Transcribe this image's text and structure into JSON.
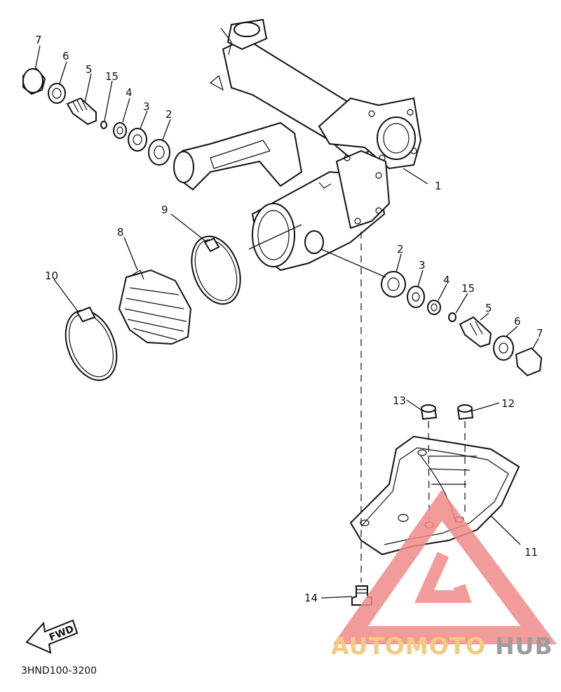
{
  "diagram_code": "3HND100-3200",
  "fwd_label": "FWD",
  "watermark": {
    "part1": "AUTOMOTO",
    "part2": "HUB",
    "color1": "#f4c06b",
    "color2": "#8c8c8c",
    "triangle_color": "#f08a8a"
  },
  "callouts": {
    "p1": "1",
    "p2a": "2",
    "p3a": "3",
    "p4a": "4",
    "p15a": "15",
    "p5a": "5",
    "p6a": "6",
    "p7a": "7",
    "p2b": "2",
    "p3b": "3",
    "p4b": "4",
    "p15b": "15",
    "p5b": "5",
    "p6b": "6",
    "p7b": "7",
    "p8": "8",
    "p9": "9",
    "p10": "10",
    "p11": "11",
    "p12": "12",
    "p13": "13",
    "p14": "14"
  }
}
